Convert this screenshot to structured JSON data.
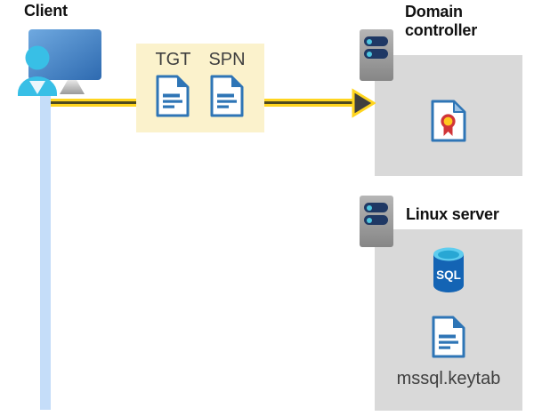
{
  "client": {
    "label": "Client",
    "icon": "workstation-user-icon"
  },
  "credentials_box": {
    "items": [
      {
        "label": "TGT",
        "icon": "document-icon"
      },
      {
        "label": "SPN",
        "icon": "document-icon"
      }
    ]
  },
  "arrow": {
    "direction": "left-to-right",
    "from": "client",
    "to": "domain-controller"
  },
  "domain_controller": {
    "label": "Domain controller",
    "icons": [
      "server-icon",
      "certificate-icon"
    ]
  },
  "linux_server": {
    "label": "Linux server",
    "database_label": "SQL",
    "keytab_label": "mssql.keytab",
    "icons": [
      "server-icon",
      "sql-database-icon",
      "document-icon"
    ]
  },
  "colors": {
    "panel_gray": "#D9D9D9",
    "credentials_box_yellow": "#FBF2CC",
    "arrow_yellow": "#FFD51F",
    "arrow_core": "#4E4A1F",
    "arrowhead_gray": "#3F3F3F",
    "document_blue": "#2E75B6",
    "certificate_red": "#D13438",
    "certificate_gold": "#FFC81E",
    "sql_body_blue": "#1464B4",
    "sql_top_cyan": "#5FCDEF",
    "server_bar_navy": "#1F3864",
    "server_dot_cyan": "#4DC6E0",
    "person_cyan": "#38BFE6",
    "client_line_blue": "#C5DDF9",
    "label_gray": "#3F3F3F"
  }
}
